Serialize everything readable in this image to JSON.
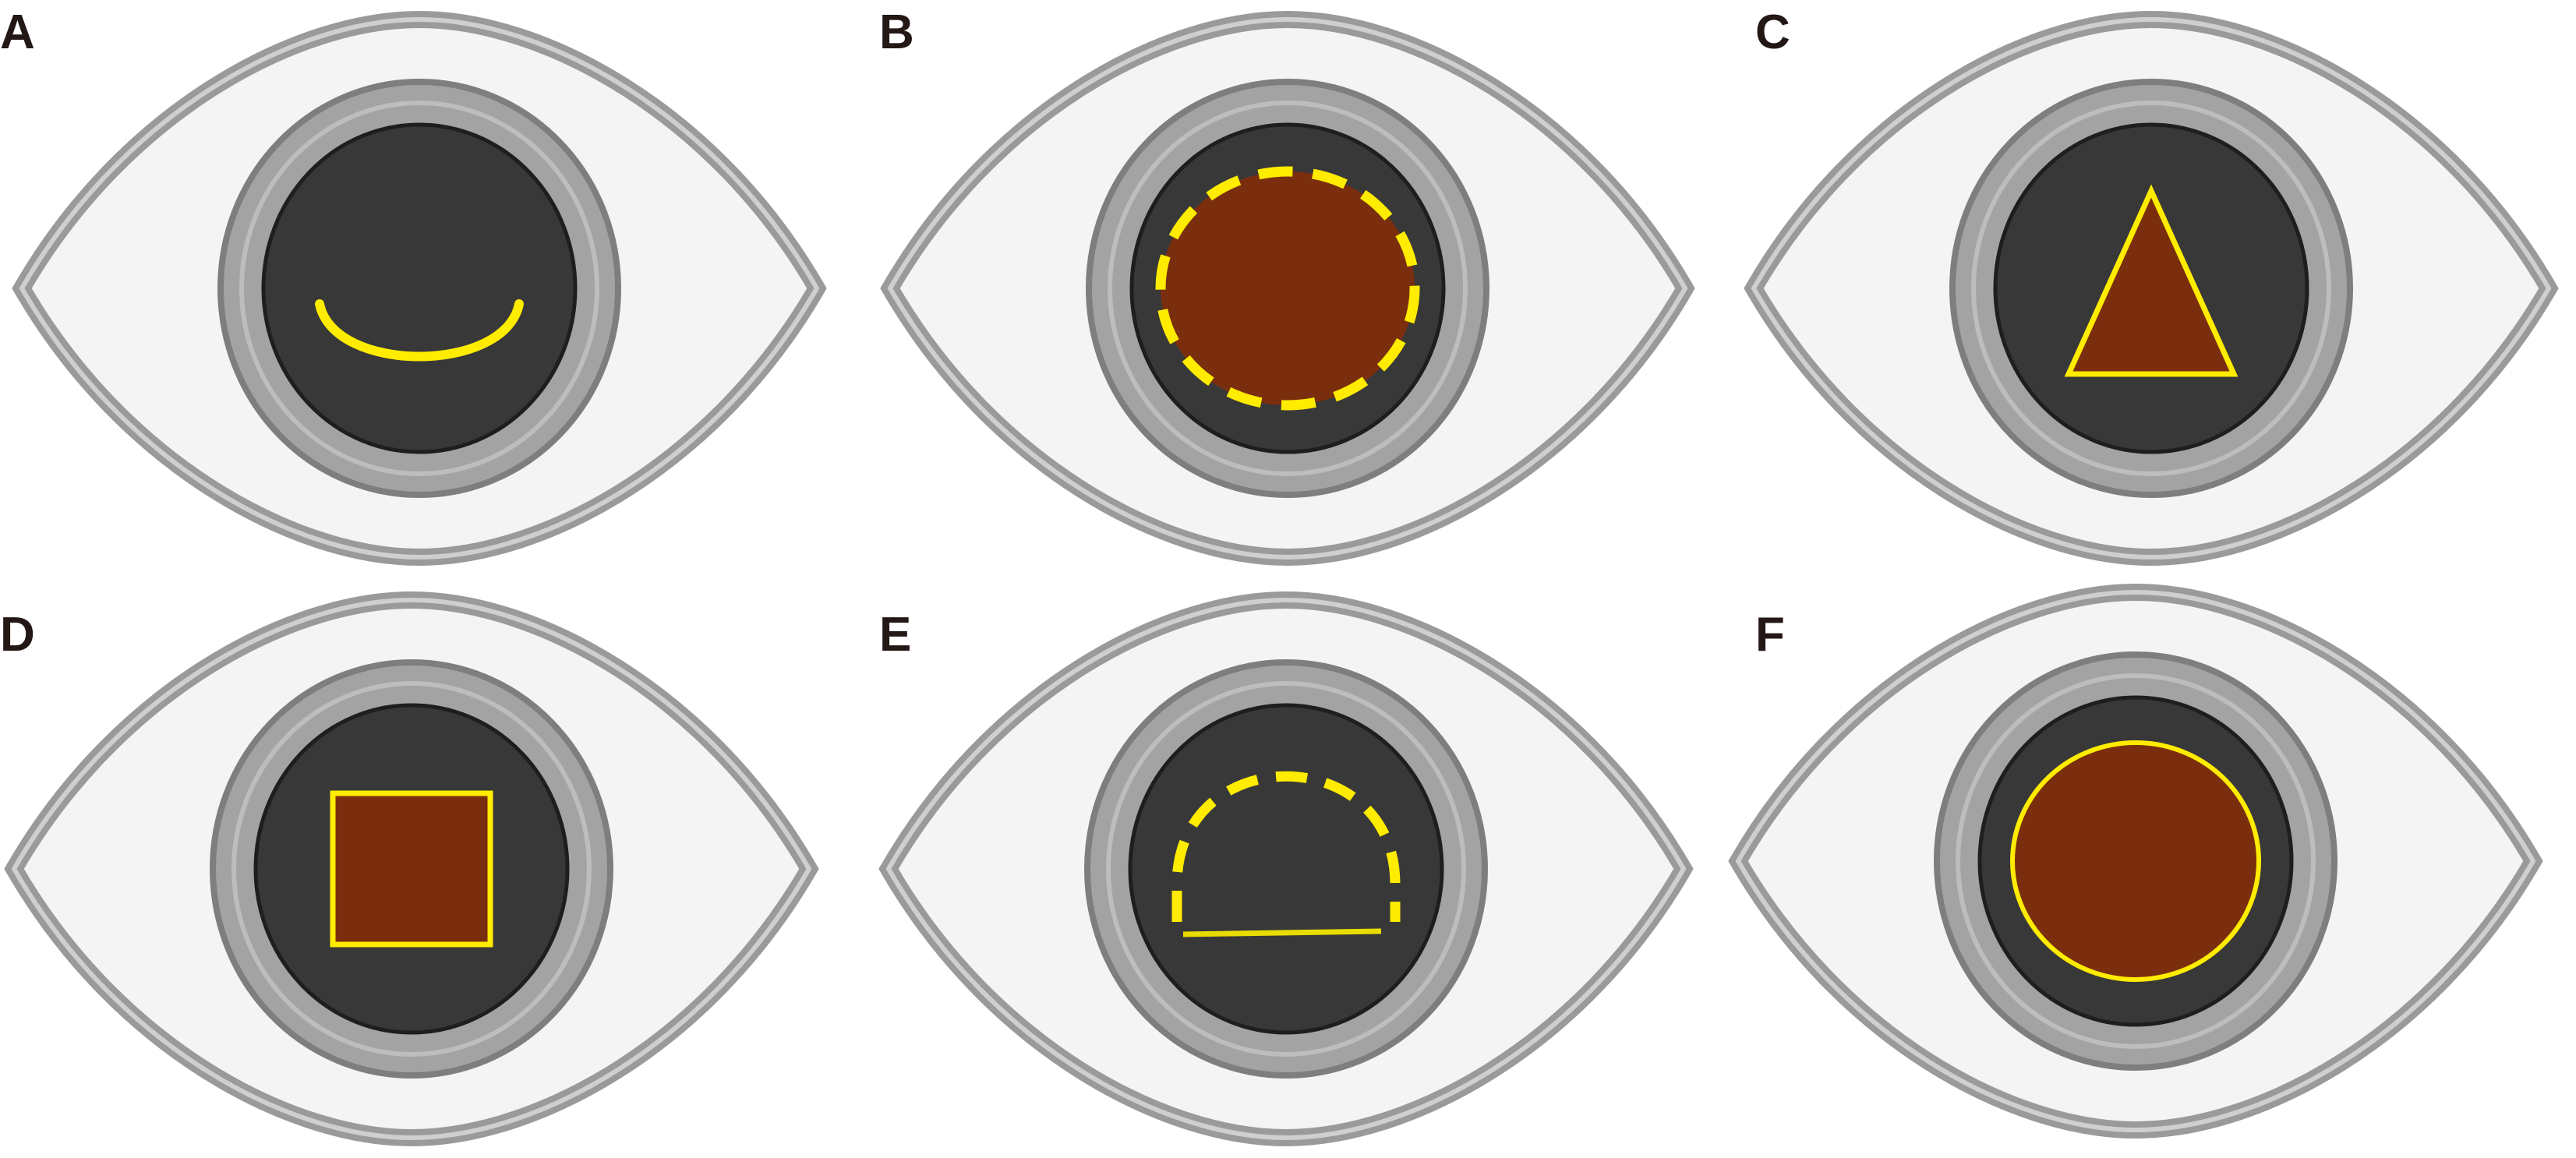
{
  "figure": {
    "panels": [
      {
        "label": "A",
        "shape": "arc-smile",
        "outline": "solid"
      },
      {
        "label": "B",
        "shape": "circle",
        "outline": "dashed"
      },
      {
        "label": "C",
        "shape": "triangle",
        "outline": "solid"
      },
      {
        "label": "D",
        "shape": "square",
        "outline": "solid"
      },
      {
        "label": "E",
        "shape": "dome",
        "outline": "dashed-arc-solid-base"
      },
      {
        "label": "F",
        "shape": "circle",
        "outline": "solid"
      }
    ]
  },
  "colors": {
    "background": "#ffffff",
    "sclera_fill": "#f4f4f4",
    "eye_outline": "#9a9a9a",
    "eye_outline_dark": "#7a7a7a",
    "iris_ring": "#a3a3a3",
    "pupil": "#383838",
    "lesion_fill": "#7b2e0e",
    "lesion_outline": "#ffec00",
    "label_text": "#231815"
  }
}
